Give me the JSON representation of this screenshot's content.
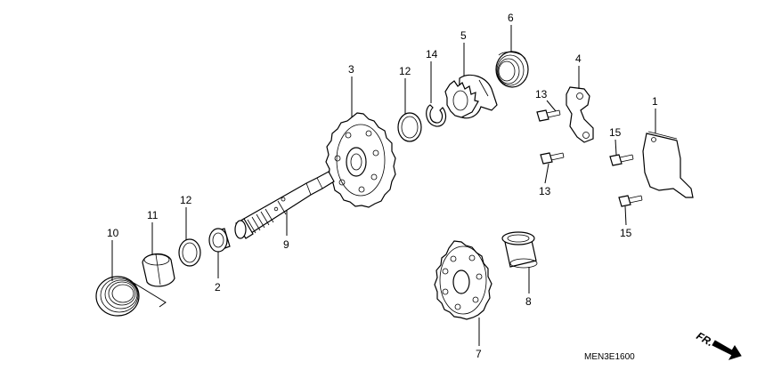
{
  "diagram": {
    "labels": {
      "p1": "1",
      "p2": "2",
      "p3": "3",
      "p4": "4",
      "p5": "5",
      "p6": "6",
      "p7": "7",
      "p8": "8",
      "p9": "9",
      "p10": "10",
      "p11": "11",
      "p12a": "12",
      "p12b": "12",
      "p13a": "13",
      "p13b": "13",
      "p14": "14",
      "p15a": "15",
      "p15b": "15"
    },
    "drawing_code": "MEN3E1600",
    "direction_marker": "FR."
  }
}
